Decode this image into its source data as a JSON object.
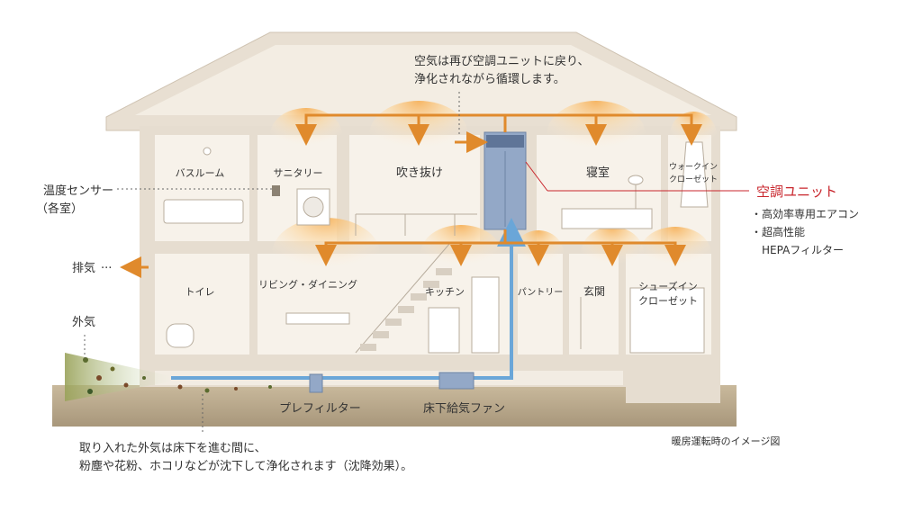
{
  "rooms": {
    "bathroom": "バスルーム",
    "sanitary": "サニタリー",
    "atrium": "吹き抜け",
    "bedroom": "寝室",
    "walkin_1": "ウォークイン",
    "walkin_2": "クローゼット",
    "toilet": "トイレ",
    "living": "リビング・ダイニング",
    "kitchen": "キッチン",
    "pantry": "パントリー",
    "entrance": "玄関",
    "shoesin_1": "シューズイン",
    "shoesin_2": "クローゼット"
  },
  "callouts": {
    "return_1": "空気は再び空調ユニットに戻り、",
    "return_2": "浄化されながら循環します。",
    "sensor_1": "温度センサー",
    "sensor_2": "（各室）",
    "exhaust": "排気",
    "outside_air": "外気",
    "prefilter": "プレフィルター",
    "floor_fan": "床下給気ファン",
    "intake_1": "取り入れた外気は床下を進む間に、",
    "intake_2": "粉塵や花粉、ホコリなどが沈下して浄化されます（沈降効果）。",
    "caption": "暖房運転時のイメージ図"
  },
  "unit": {
    "title": "空調ユニット",
    "feature_1": "・高効率専用エアコン",
    "feature_2": "・超高性能",
    "feature_3": "HEPAフィルター"
  },
  "colors": {
    "accent": "#c8252c",
    "warm_flow": "#e08a2c",
    "fresh_flow": "#6aa6d8",
    "wall": "#e6ddd0",
    "room": "#f7f2ea",
    "ground": "#b9a98f"
  }
}
